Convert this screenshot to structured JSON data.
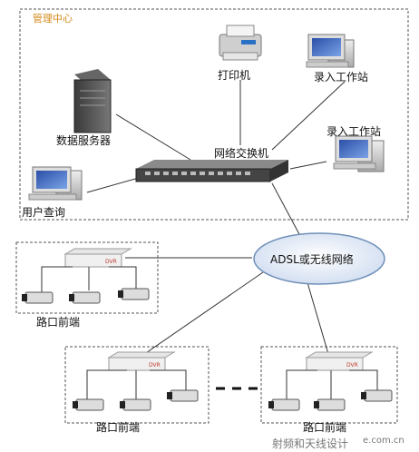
{
  "zones": {
    "management_center": "管理中心"
  },
  "devices": {
    "printer": "打印机",
    "workstation_1": "录入工作站",
    "workstation_2": "录入工作站",
    "data_server": "数据服务器",
    "network_switch": "网络交换机",
    "user_query": "用户查询",
    "network_cloud": "ADSL或无线网络",
    "frontend_1": "路口前端",
    "frontend_2": "路口前端",
    "frontend_3": "路口前端",
    "dvr_brand": "DVR"
  },
  "watermark": {
    "title": "射频和天线设计",
    "url": "e.com.cn"
  },
  "colors": {
    "dashed_border": "#555555",
    "management_label": "#d4891a",
    "cloud_fill": "#dfe9f7",
    "cloud_stroke": "#6f8fb8",
    "dvr_brand": "#c0392b",
    "watermark": "#d9302a"
  }
}
